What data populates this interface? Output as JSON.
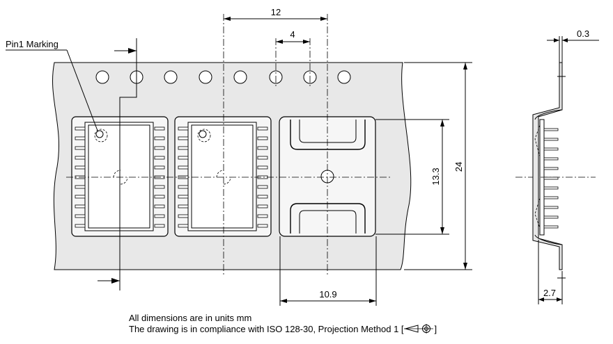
{
  "callouts": {
    "pin1_marking": "Pin1 Marking"
  },
  "dimensions": {
    "sprocket_pitch": "12",
    "hole_pitch": "4",
    "tape_thickness": "0.3",
    "pocket_length": "13.3",
    "tape_width": "24",
    "pocket_width": "10.9",
    "pocket_depth": "2.7"
  },
  "notes": {
    "units": "All dimensions are in units mm",
    "compliance": "The drawing is in compliance with ISO 128-30, Projection Method 1 [",
    "compliance_close": "]"
  },
  "icons": {
    "projection_symbol": "first-angle-projection-icon"
  }
}
